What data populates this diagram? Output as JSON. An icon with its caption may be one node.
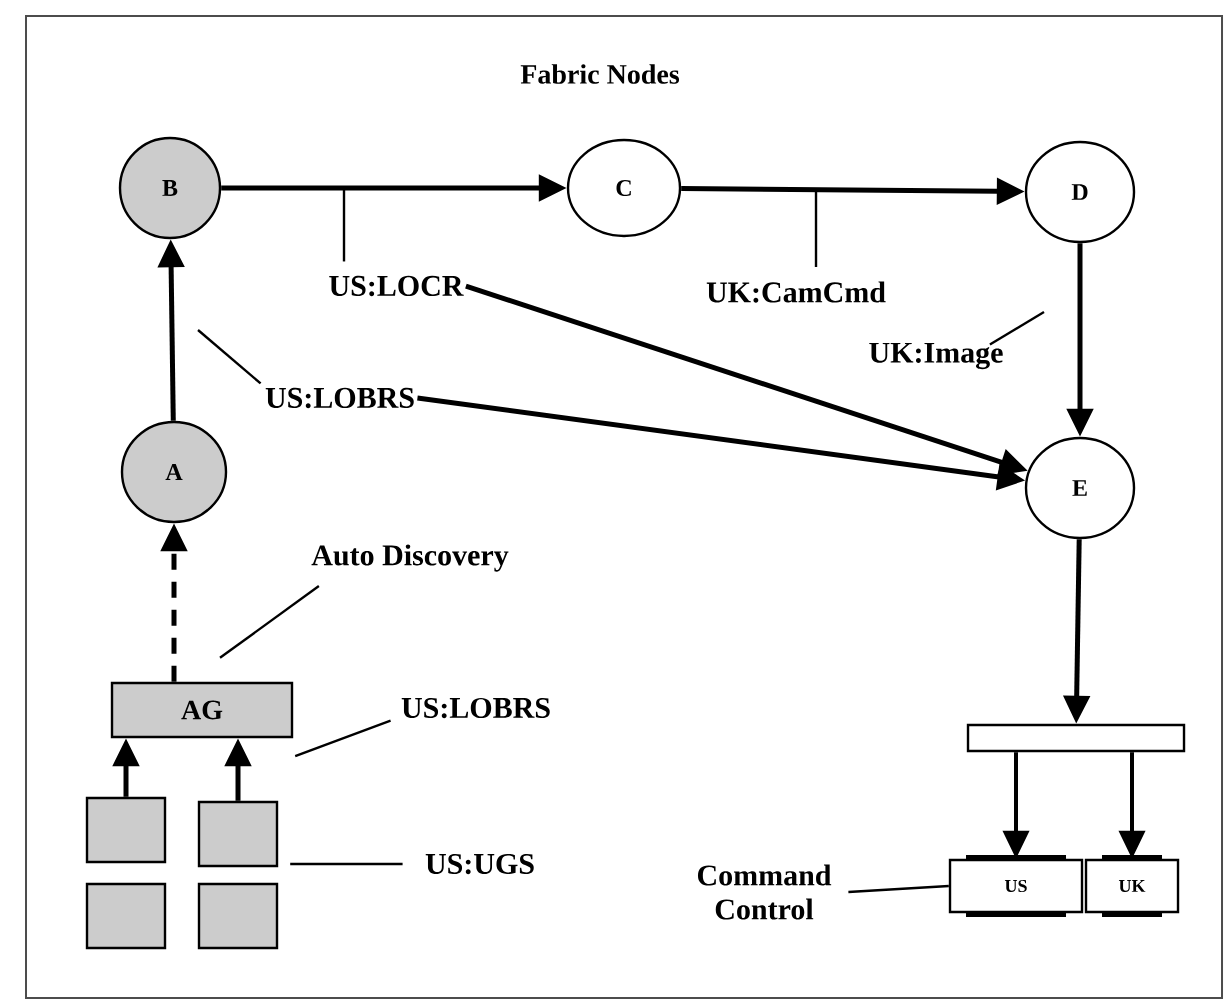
{
  "diagram": {
    "title": "Fabric Nodes",
    "nodes": [
      {
        "text": [
          "B"
        ]
      },
      {
        "text": [
          "C"
        ]
      },
      {
        "text": [
          "D"
        ]
      },
      {
        "text": [
          "A"
        ]
      },
      {
        "text": [
          "E"
        ]
      },
      {
        "text": [
          "AG"
        ]
      },
      {
        "text": [],
        "shape": "bar"
      },
      {
        "text": [
          "US"
        ]
      },
      {
        "text": [
          "UK"
        ]
      },
      {
        "text": [],
        "shape": "box"
      },
      {
        "text": [],
        "shape": "box"
      },
      {
        "text": [],
        "shape": "box"
      },
      {
        "text": [],
        "shape": "box"
      },
      {
        "text": [
          "US:LOCR"
        ]
      },
      {
        "text": [
          "US:LOBRS"
        ]
      },
      {
        "text": [
          "UK:CamCmd"
        ]
      },
      {
        "text": [
          "UK:Image"
        ]
      },
      {
        "text": [
          "Auto Discovery"
        ]
      },
      {
        "text": [
          "US:LOBRS"
        ]
      },
      {
        "text": [
          "US:UGS"
        ]
      },
      {
        "text": [
          "Command Control"
        ]
      }
    ],
    "edges": [
      {
        "from": 3,
        "to": 0,
        "arrow": "to"
      },
      {
        "from": 0,
        "to": 1,
        "arrow": "to"
      },
      {
        "from": 1,
        "to": 2,
        "arrow": "to"
      },
      {
        "from": 2,
        "to": 4,
        "arrow": "to"
      },
      {
        "from": 13,
        "to": 4,
        "arrow": "to"
      },
      {
        "from": 14,
        "to": 4,
        "arrow": "to"
      },
      {
        "from": 5,
        "to": 3,
        "arrow": "to",
        "style": "dashed"
      },
      {
        "from": 9,
        "to": 5,
        "arrow": "to"
      },
      {
        "from": 10,
        "to": 5,
        "arrow": "to"
      },
      {
        "from": 4,
        "to": 6,
        "arrow": "to"
      },
      {
        "from": 6,
        "to": 7,
        "arrow": "to"
      },
      {
        "from": 6,
        "to": 8,
        "arrow": "to"
      },
      {
        "from": 13,
        "to": null,
        "arrow": "none"
      },
      {
        "from": 15,
        "to": null,
        "arrow": "none"
      },
      {
        "from": 16,
        "to": null,
        "arrow": "none"
      },
      {
        "from": 14,
        "to": null,
        "arrow": "none"
      },
      {
        "from": 17,
        "to": 5,
        "arrow": "none"
      },
      {
        "from": 18,
        "to": 5,
        "arrow": "none"
      },
      {
        "from": 19,
        "to": 10,
        "arrow": "none"
      },
      {
        "from": 20,
        "to": 7,
        "arrow": "none"
      }
    ]
  }
}
